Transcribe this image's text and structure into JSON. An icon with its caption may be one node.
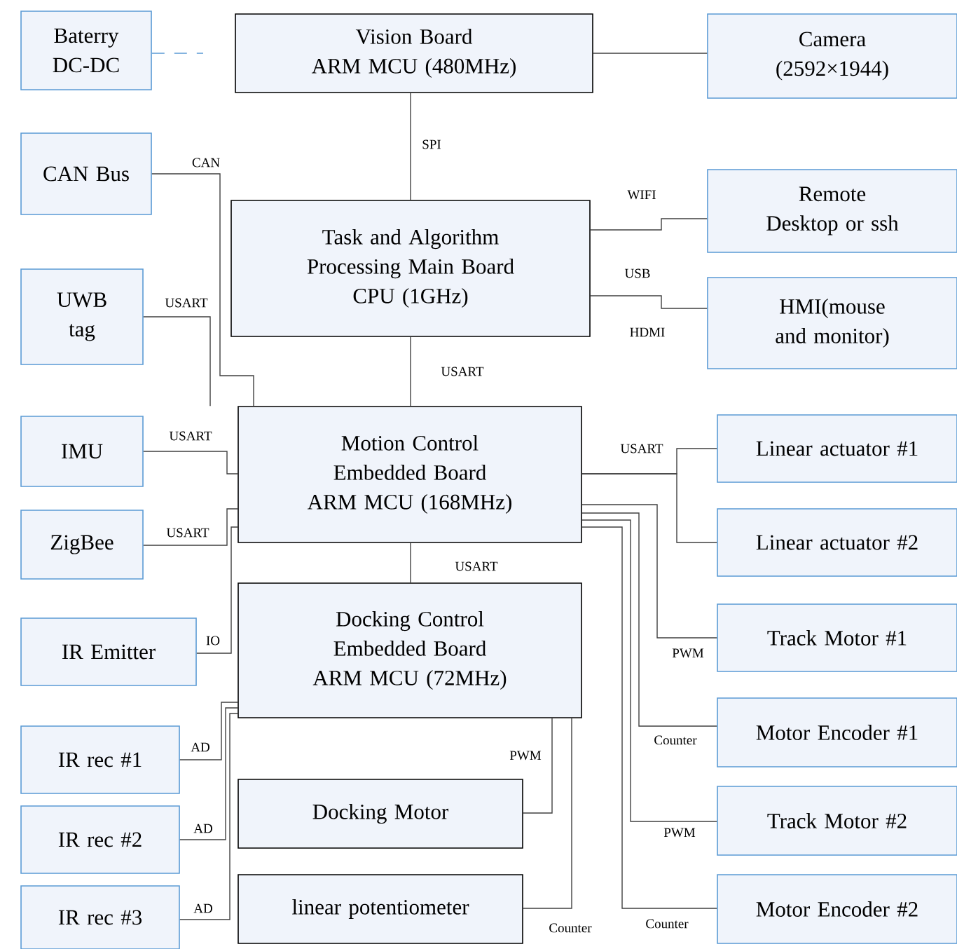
{
  "diagram": {
    "nodes": [
      {
        "text": [
          "Baterry DC-DC"
        ]
      },
      {
        "text": [
          "Vision Board",
          "ARM MCU (480MHz)"
        ]
      },
      {
        "text": [
          "Camera (2592×1944)"
        ]
      },
      {
        "text": [
          "CAN Bus"
        ]
      },
      {
        "text": [
          "Task and Algorithm Processing Main Board",
          "CPU (1GHz)"
        ]
      },
      {
        "text": [
          "Remote Desktop or ssh"
        ]
      },
      {
        "text": [
          "UWB tag"
        ]
      },
      {
        "text": [
          "HMI(mouse and monitor)"
        ]
      },
      {
        "text": [
          "IMU"
        ]
      },
      {
        "text": [
          "Motion Control Embedded Board",
          "ARM MCU (168MHz)"
        ]
      },
      {
        "text": [
          "Linear actuator #1"
        ]
      },
      {
        "text": [
          "ZigBee"
        ]
      },
      {
        "text": [
          "Linear actuator #2"
        ]
      },
      {
        "text": [
          "IR Emitter"
        ]
      },
      {
        "text": [
          "Docking Control Embedded Board",
          "ARM MCU (72MHz)"
        ]
      },
      {
        "text": [
          "Track  Motor #1"
        ]
      },
      {
        "text": [
          "IR rec #1"
        ]
      },
      {
        "text": [
          "Motor Encoder #1"
        ]
      },
      {
        "text": [
          "Docking Motor"
        ]
      },
      {
        "text": [
          "IR rec #2"
        ]
      },
      {
        "text": [
          "Track Motor #2"
        ]
      },
      {
        "text": [
          "linear potentiometer"
        ]
      },
      {
        "text": [
          "IR rec #3"
        ]
      },
      {
        "text": [
          "Motor Encoder #2"
        ]
      }
    ],
    "edges": [
      {
        "from": 0,
        "to": null,
        "arrow": "none",
        "style": "dashed",
        "color": "#5b9bd5"
      },
      {
        "from": 1,
        "to": 2,
        "arrow": "none"
      },
      {
        "from": 1,
        "to": 4,
        "arrow": "none",
        "label": "SPI"
      },
      {
        "from": 4,
        "to": 5,
        "arrow": "none",
        "label": "WIFI"
      },
      {
        "from": 4,
        "to": 7,
        "arrow": "none",
        "label": "USB"
      },
      {
        "from": 3,
        "to": 9,
        "arrow": "none",
        "label": "CAN"
      },
      {
        "from": 6,
        "to": 9,
        "arrow": "none",
        "label": "USART"
      },
      {
        "from": 4,
        "to": 9,
        "arrow": "none",
        "label": "USART"
      },
      {
        "from": 8,
        "to": 9,
        "arrow": "none",
        "label": "USART"
      },
      {
        "from": 11,
        "to": 9,
        "arrow": "none",
        "label": "USART"
      },
      {
        "from": 13,
        "to": 9,
        "arrow": "none",
        "label": "IO"
      },
      {
        "from": 9,
        "to": 14,
        "arrow": "none",
        "label": "USART"
      },
      {
        "from": 9,
        "to": 10,
        "arrow": "none",
        "label": "USART"
      },
      {
        "from": 9,
        "to": 12,
        "arrow": "none"
      },
      {
        "from": 9,
        "to": 15,
        "arrow": "none",
        "label": "PWM"
      },
      {
        "from": 9,
        "to": 17,
        "arrow": "none",
        "label": "Counter"
      },
      {
        "from": 9,
        "to": 20,
        "arrow": "none",
        "label": "PWM"
      },
      {
        "from": 9,
        "to": 23,
        "arrow": "none",
        "label": "Counter"
      },
      {
        "from": 14,
        "to": 16,
        "arrow": "none",
        "label": "AD"
      },
      {
        "from": 14,
        "to": 19,
        "arrow": "none",
        "label": "AD"
      },
      {
        "from": 14,
        "to": 22,
        "arrow": "none",
        "label": "AD"
      },
      {
        "from": 14,
        "to": 18,
        "arrow": "none",
        "label": "PWM"
      },
      {
        "from": 14,
        "to": 21,
        "arrow": "none",
        "label": "Counter"
      }
    ],
    "labels": [
      "HDMI"
    ]
  }
}
